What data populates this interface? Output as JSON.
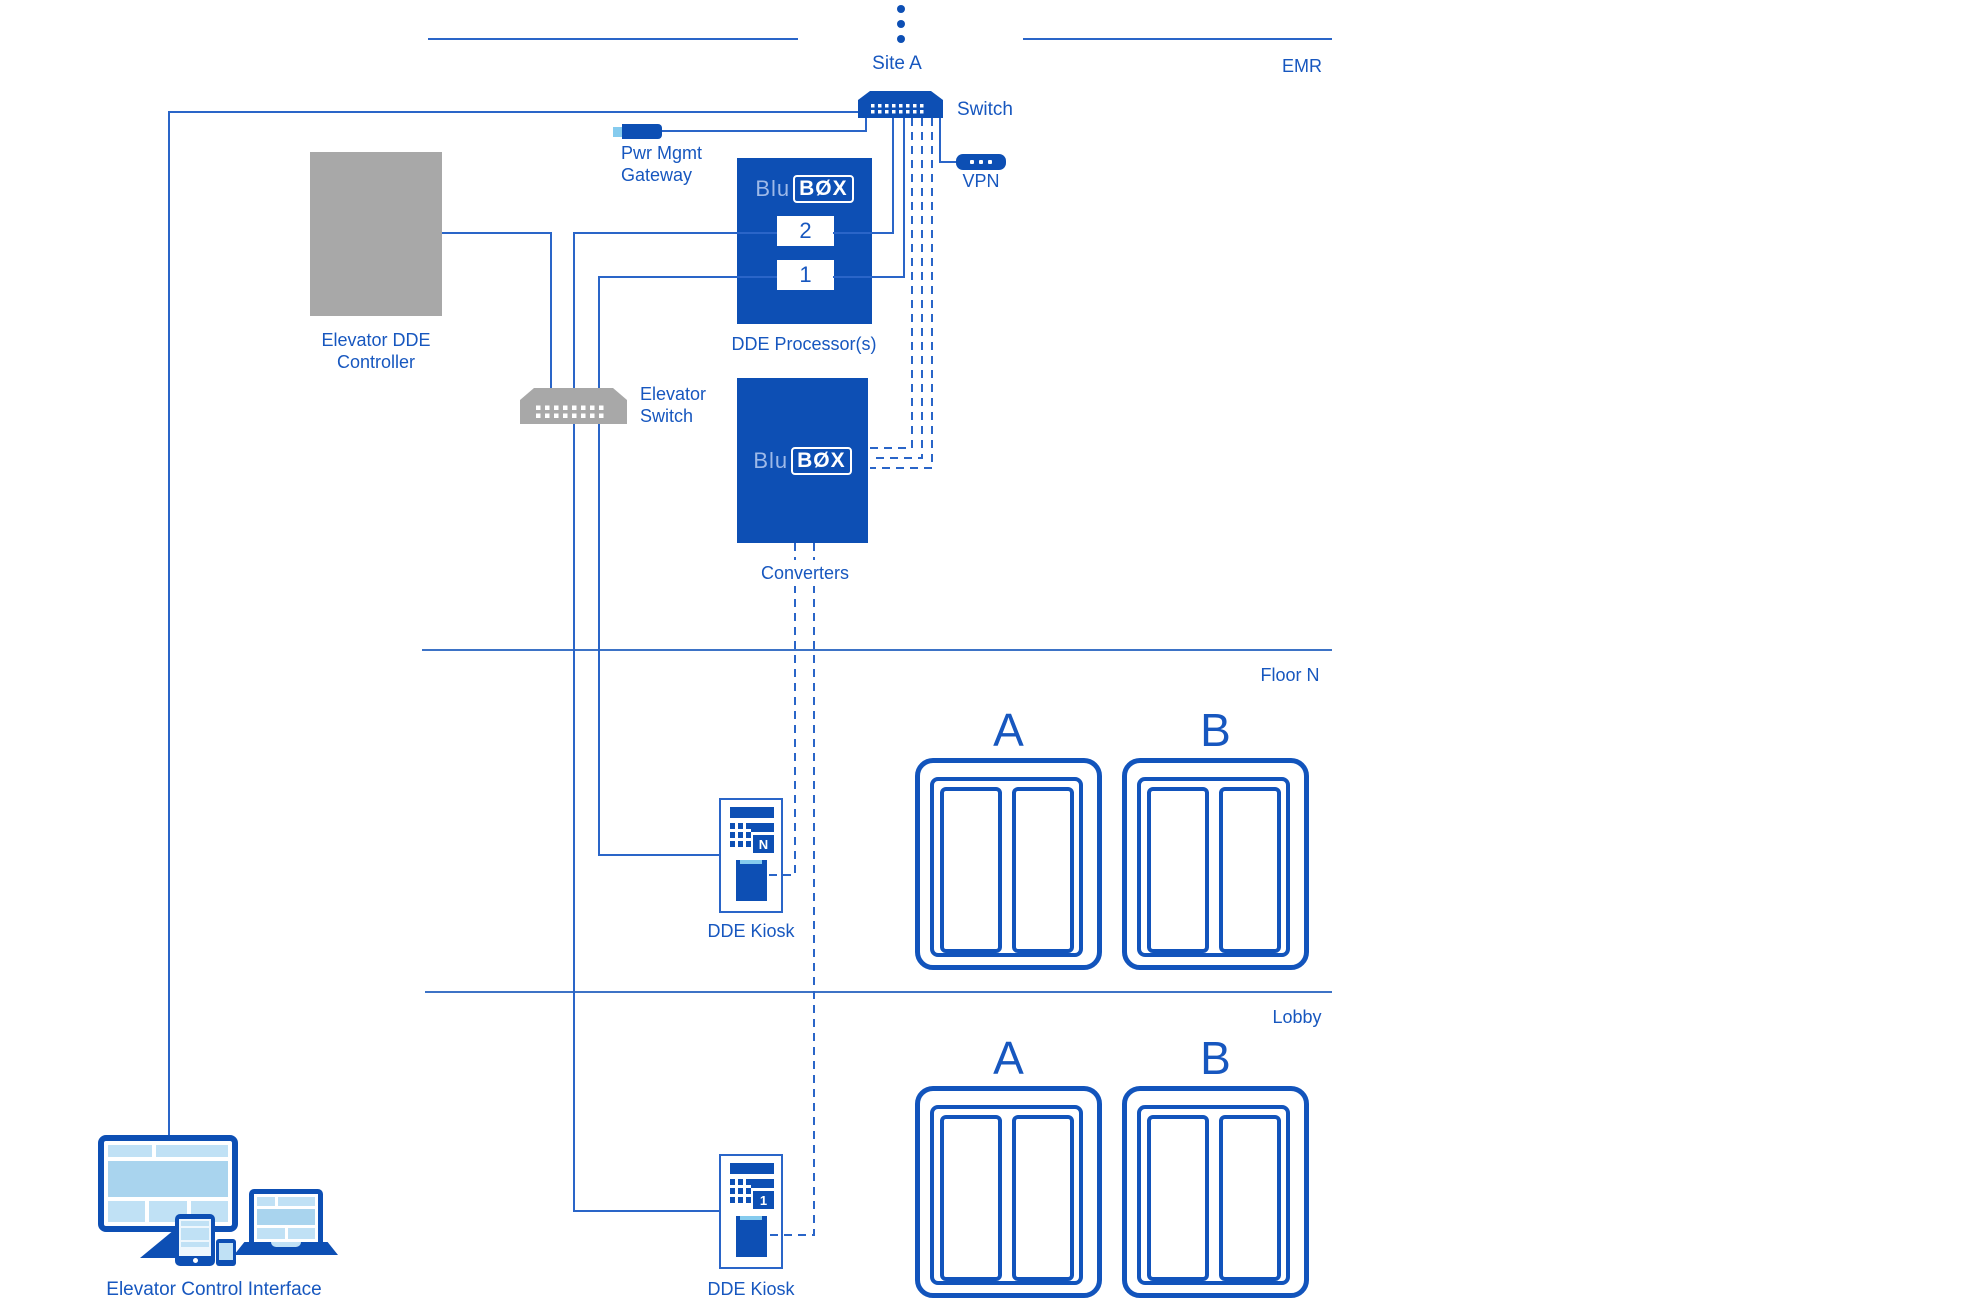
{
  "labels": {
    "site": "Site A",
    "emr": "EMR",
    "switch": "Switch",
    "vpn": "VPN",
    "pwr1": "Pwr Mgmt",
    "pwr2": "Gateway",
    "ctrl1": "Elevator DDE",
    "ctrl2": "Controller",
    "processor": "DDE Processor(s)",
    "esw1": "Elevator",
    "esw2": "Switch",
    "converters": "Converters",
    "floor_n": "Floor N",
    "lobby": "Lobby",
    "kiosk": "DDE Kiosk",
    "interface": "Elevator Control Interface"
  },
  "ports": {
    "p2": "2",
    "p1": "1"
  },
  "kiosks": {
    "floor_screen": "N",
    "lobby_screen": "1"
  },
  "elevators": {
    "floor_a": "A",
    "floor_b": "B",
    "lobby_a": "A",
    "lobby_b": "B"
  },
  "brand": {
    "blu": "Blu",
    "box": "BØX"
  },
  "colors": {
    "fill_blue": "#0d4fb4",
    "line_blue": "#2a65c8",
    "divider_blue": "#3d73c6",
    "text_blue": "#1757bf",
    "gray": "#a8a8a8",
    "screen_light_blue": "#c0e1f5",
    "screen_mid_blue": "#a9d4ee",
    "accent_light_blue": "#85cbee"
  }
}
